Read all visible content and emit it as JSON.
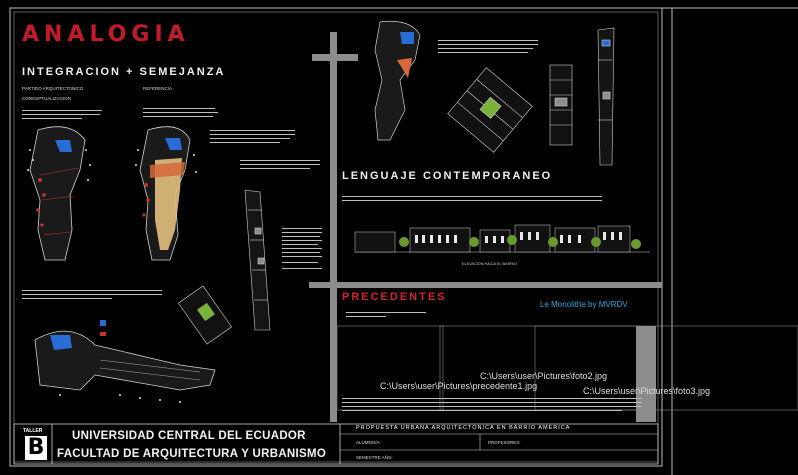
{
  "sheet": {
    "title": "ANALOGIA",
    "section_integration": "INTEGRACION + SEMEJANZA",
    "section_language": "LENGUAJE CONTEMPORANEO",
    "section_precedents": "PRECEDENTES",
    "precedent_link": "Le Monolithe by MVRDV",
    "image_paths": [
      "C:\\Users\\user\\Pictures\\foto2.jpg",
      "C:\\Users\\user\\Pictures\\precedente1.jpg",
      "C:\\Users\\user\\Pictures\\foto3.jpg"
    ],
    "labels": {
      "partido": "PARTIDO ARQUITECTONICO",
      "conceptualizacion": "CONCEPTUALIZACION",
      "referencia": "REFERENCIA",
      "elevacion": "ELEVACION HACIA EL BARRIO"
    }
  },
  "title_block": {
    "taller_label": "TALLER",
    "taller_letter": "B",
    "university": "UNIVERSIDAD CENTRAL DEL ECUADOR",
    "faculty": "FACULTAD DE ARQUITECTURA Y URBANISMO",
    "project": "PROPUESTA URBANA ARQUITECTONICA EN BARRIO AMERICA",
    "field_alumno": "ALUMNO/A:",
    "field_profesores": "PROFESORES:",
    "field_semestre": "SEMESTRE AÑO:"
  },
  "colors": {
    "background": "#000000",
    "title_red": "#c21a2a",
    "accent_blue": "#19a8e0",
    "gray_band": "#8c8c8c"
  }
}
